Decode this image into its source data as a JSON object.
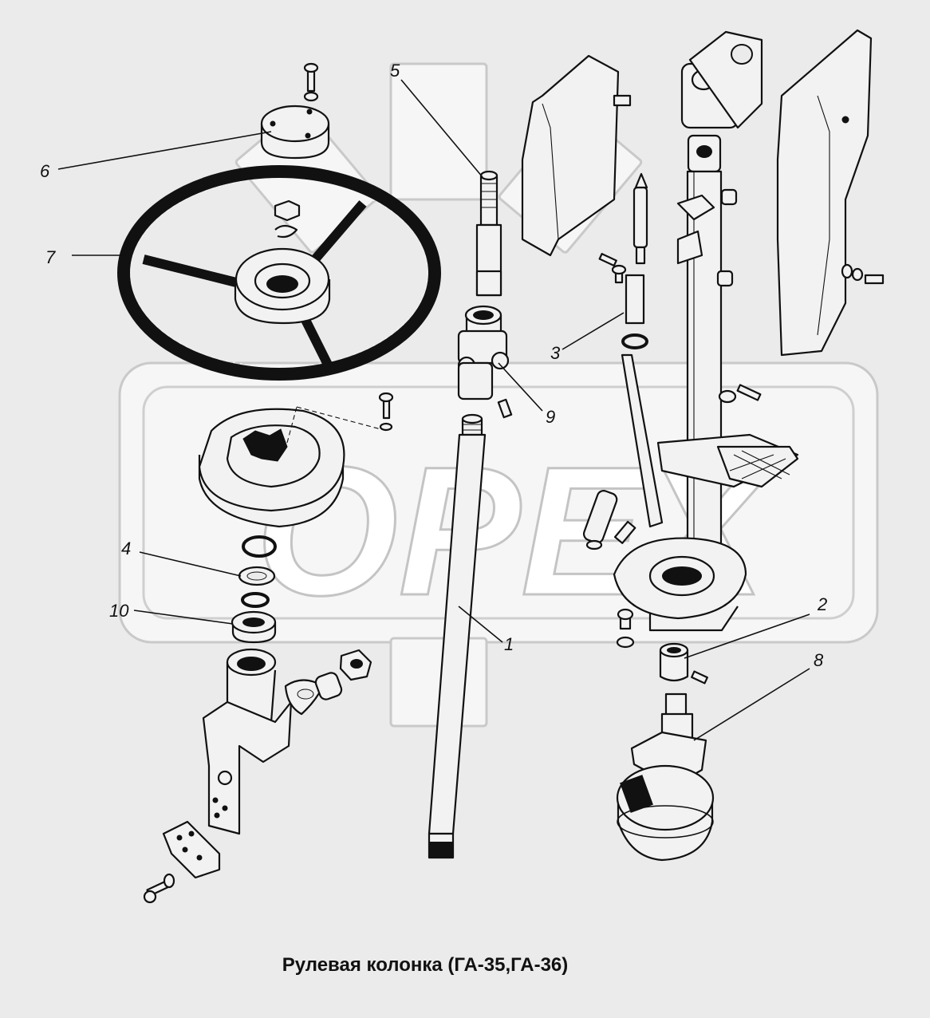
{
  "caption": "Рулевая колонка (ГА-35,ГА-36)",
  "watermark": "OPEX",
  "callouts": [
    "1",
    "2",
    "3",
    "4",
    "5",
    "6",
    "7",
    "8",
    "9",
    "10"
  ],
  "colors": {
    "background": "#ebebeb",
    "line": "#111111",
    "watermark": "#f6f6f6"
  }
}
